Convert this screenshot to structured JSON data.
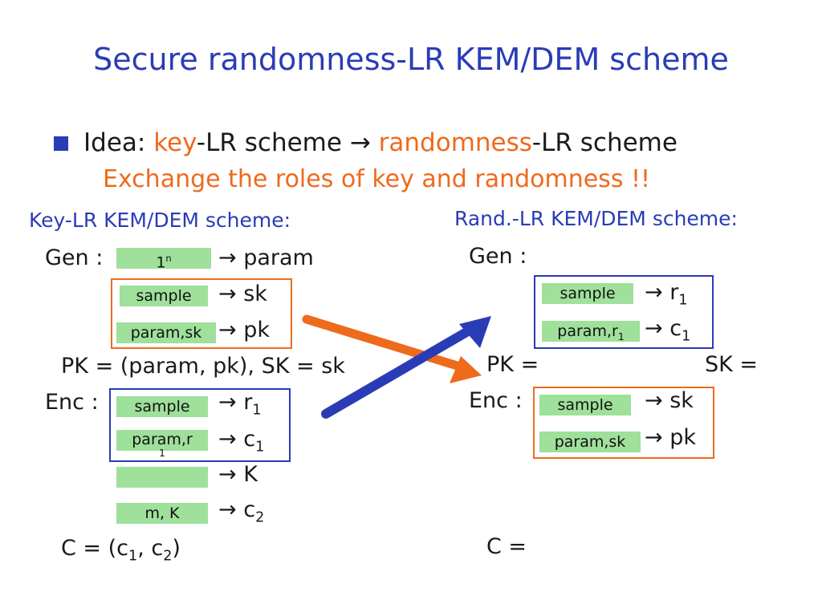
{
  "slide": {
    "title": "Secure randomness-LR KEM/DEM scheme",
    "idea_prefix": "Idea: ",
    "idea_key": "key",
    "idea_mid": "-LR scheme ",
    "arrow": "→",
    "idea_rand": "randomness",
    "idea_suffix": "-LR scheme",
    "exchange": "Exchange the roles of key and randomness !!"
  },
  "left": {
    "heading": "Key-LR KEM/DEM scheme:",
    "gen_label": "Gen :",
    "gen_rows": [
      {
        "chip": "1",
        "chip_sup": "n",
        "out": "param"
      },
      {
        "chip": "sample",
        "out": "sk"
      },
      {
        "chip": "param,sk",
        "out": "pk"
      }
    ],
    "pk_sk_line": "PK = (param, pk), SK = sk",
    "enc_label": "Enc :",
    "enc_rows": [
      {
        "chip": "sample",
        "out": "r",
        "out_sub": "1"
      },
      {
        "chip": "param,r",
        "chip_overflow": "1",
        "out": "c",
        "out_sub": "1"
      },
      {
        "chip": "",
        "out": "K"
      },
      {
        "chip": "m, K",
        "out": "c",
        "out_sub": "2"
      }
    ],
    "c_line": {
      "prefix": "C = (c",
      "s1": "1",
      "mid": ", c",
      "s2": "2",
      "suffix": ")"
    }
  },
  "right": {
    "heading": "Rand.-LR KEM/DEM scheme:",
    "gen_label": "Gen :",
    "gen_rows": [
      {
        "chip": "sample",
        "out": "r",
        "out_sub": "1"
      },
      {
        "chip": "param,r",
        "chip_sub": "1",
        "out": "c",
        "out_sub": "1"
      }
    ],
    "pk_label": "PK =",
    "sk_label": "SK =",
    "enc_label": "Enc :",
    "enc_rows": [
      {
        "chip": "sample",
        "out": "sk"
      },
      {
        "chip": "param,sk",
        "out": "pk"
      }
    ],
    "c_label": "C ="
  },
  "colors": {
    "title_blue": "#2a3cb5",
    "accent_orange": "#ee6a1d",
    "chip_green": "#9fe09b"
  }
}
